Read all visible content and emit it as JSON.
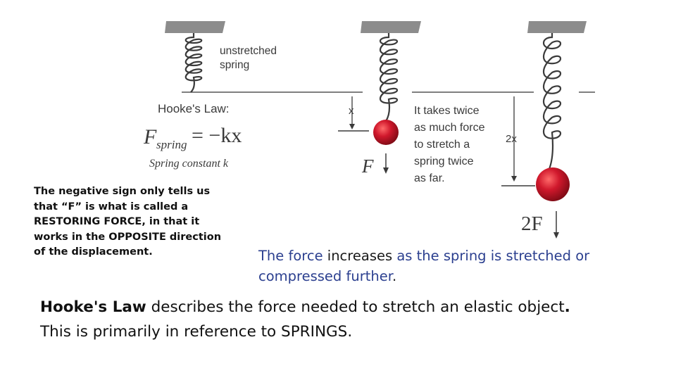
{
  "diagram": {
    "label_unstretched_line1": "unstretched",
    "label_unstretched_line2": "spring",
    "hookes_law_title": "Hooke's Law:",
    "formula_f": "F",
    "formula_sub": "spring",
    "formula_rhs": "= −kx",
    "spring_constant": "Spring constant k",
    "displacement_x": "x",
    "displacement_2x": "2x",
    "force_f": "F",
    "force_2f": "2F",
    "twice_lines": [
      "It takes twice",
      "as much force",
      "to stretch a",
      "spring twice",
      "as far."
    ],
    "colors": {
      "ceiling": "#8c8c8c",
      "mass": "#c8102e",
      "ink": "#3a3a3a"
    }
  },
  "note": {
    "negative_sign": "The negative sign only tells us that “F” is what is called a RESTORING FORCE, in that it works in the OPPOSITE direction of the displacement."
  },
  "force_statement": {
    "part1": "The force ",
    "part2": "increases",
    "part3": " as the spring is stretched or compressed further",
    "end": "."
  },
  "law_statement": {
    "bold": "Hooke's Law",
    "rest": " describes the force needed to stretch an elastic object",
    "end": ".",
    "line2": "This is primarily in reference to SPRINGS."
  }
}
